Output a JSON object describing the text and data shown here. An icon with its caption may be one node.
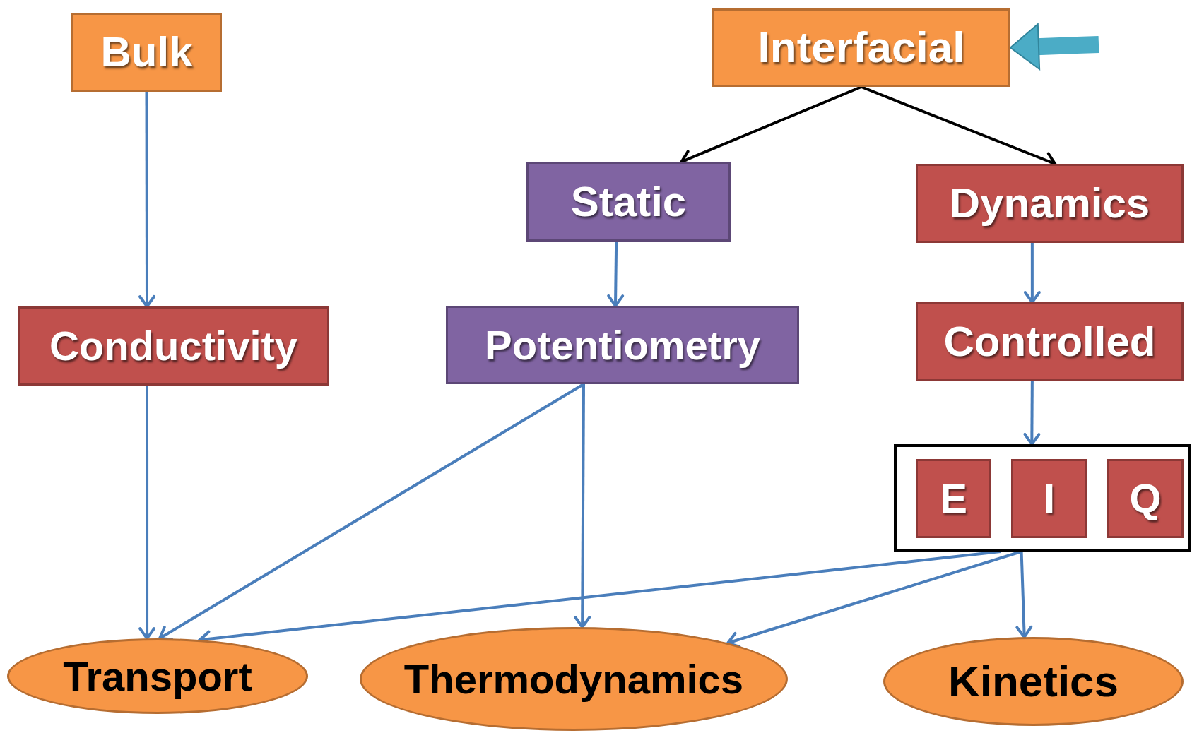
{
  "diagram": {
    "nodes": [
      {
        "text": [
          "Bulk"
        ]
      },
      {
        "text": [
          "Interfacial"
        ]
      },
      {
        "text": [
          "Static"
        ]
      },
      {
        "text": [
          "Dynamics"
        ]
      },
      {
        "text": [
          "Conductivity"
        ]
      },
      {
        "text": [
          "Potentiometry"
        ]
      },
      {
        "text": [
          "Controlled"
        ]
      },
      {
        "text": [],
        "shape": "box"
      },
      {
        "text": [
          "E"
        ],
        "in": 7
      },
      {
        "text": [
          "I"
        ],
        "in": 7
      },
      {
        "text": [
          "Q"
        ],
        "in": 7
      },
      {
        "text": [
          "Transport"
        ]
      },
      {
        "text": [
          "Thermodynamics"
        ]
      },
      {
        "text": [
          "Kinetics"
        ]
      }
    ],
    "edges": [
      {
        "from": 0,
        "to": 4,
        "arrow": "to"
      },
      {
        "from": 1,
        "to": 2,
        "arrow": "to",
        "color": "#000000"
      },
      {
        "from": 1,
        "to": 3,
        "arrow": "to",
        "color": "#000000"
      },
      {
        "from": 2,
        "to": 5,
        "arrow": "to"
      },
      {
        "from": 3,
        "to": 6,
        "arrow": "to"
      },
      {
        "from": 4,
        "to": 11,
        "arrow": "to"
      },
      {
        "from": 5,
        "to": 11,
        "arrow": "to"
      },
      {
        "from": 5,
        "to": 12,
        "arrow": "to"
      },
      {
        "from": 6,
        "to": 7,
        "arrow": "to"
      },
      {
        "from": 7,
        "to": 11,
        "arrow": "to"
      },
      {
        "from": 7,
        "to": 12,
        "arrow": "to"
      },
      {
        "from": 7,
        "to": 13,
        "arrow": "to"
      },
      {
        "from": null,
        "to": 1,
        "arrow": "to",
        "style": "thick",
        "color": "#4bacc6"
      }
    ]
  }
}
